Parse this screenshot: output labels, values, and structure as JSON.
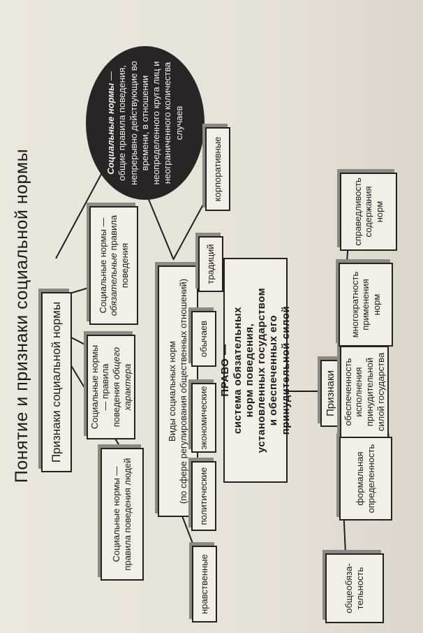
{
  "title": "Понятие и признаки социальной нормы",
  "definition": {
    "term": "Социальные нормы",
    "text": " — общие правила поведения, непрерывно действующие во времени, в отношении неопределенного круга лиц и неограниченного количества случаев"
  },
  "features_header": "Признаки социальной нормы",
  "features": [
    {
      "prefix": "Социальные нормы — правила поведения людей",
      "em": ""
    },
    {
      "prefix": "Социальные нормы — правила поведения ",
      "em": "общего характера"
    },
    {
      "prefix": "Социальные нормы — ",
      "em": "обязательные",
      "suffix": " правила поведения"
    }
  ],
  "kinds_header": {
    "line1": "Виды социальных норм",
    "line2": "(по сфере регулирования общественных отношений)"
  },
  "kinds": [
    "нравственные",
    "политические",
    "экономические",
    "обычаев",
    "традиций",
    "корпоративные"
  ],
  "law": {
    "line1": "ПРАВО —",
    "line2": "система обязательных",
    "line3": "норм поведения,",
    "line4": "установленных государством",
    "line5": "и обеспеченных его",
    "line6": "принудительной силой"
  },
  "signs_header": "Признаки",
  "signs": [
    "общеобяза-тельность",
    "формальная определенность",
    "обеспеченность исполнения принудительной силой государства",
    "многократность применения норм",
    "справедливость содержания норм"
  ]
}
